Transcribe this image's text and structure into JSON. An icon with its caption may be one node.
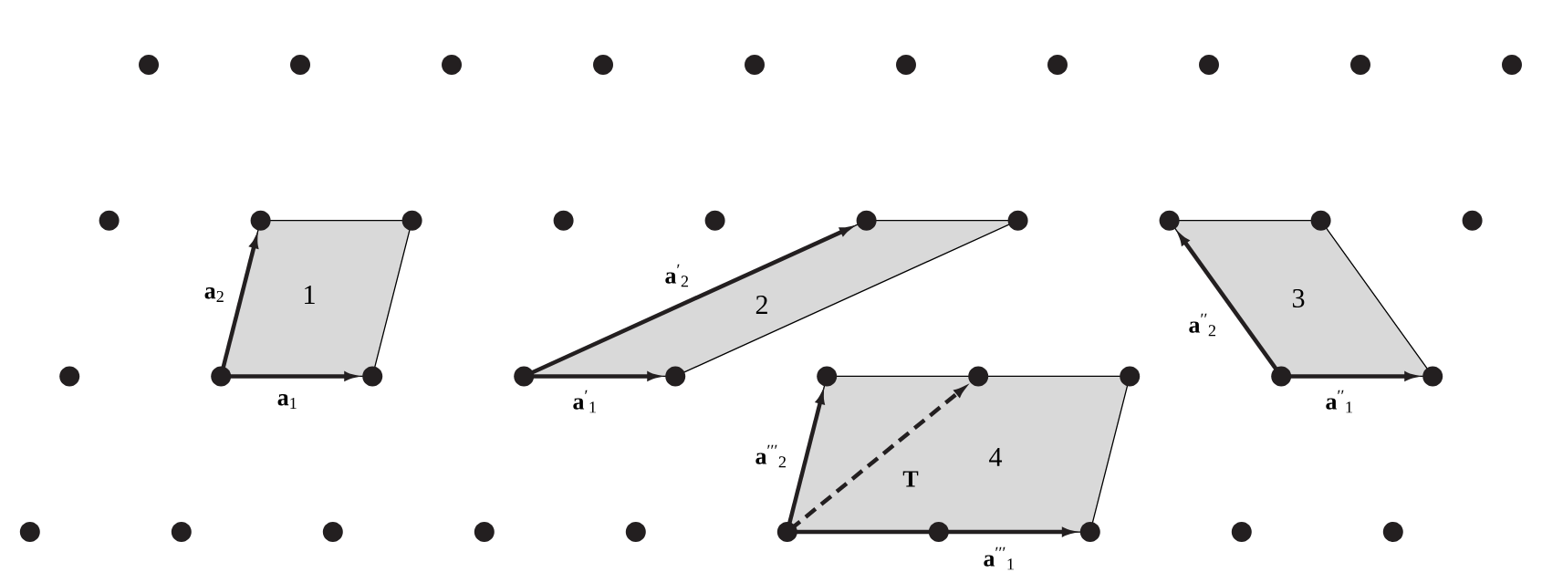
{
  "diagram": {
    "nodes": [
      {
        "text": [
          "1"
        ]
      },
      {
        "text": [
          "2"
        ]
      },
      {
        "text": [
          "3"
        ]
      },
      {
        "text": [
          "4"
        ]
      }
    ],
    "labels": [
      "**a**$_{2}$",
      "**a**$_{1}$",
      "**a**$^{′}$$_{2}$",
      "**a**$^{′}$$_{1}$",
      "**a**$^{′′}$$_{2}$",
      "**a**$^{′′}$$_{1}$",
      "**a**$^{′′′}$$_{2}$",
      "**T**",
      "**a**$^{′′′}$$_{1}$"
    ]
  }
}
